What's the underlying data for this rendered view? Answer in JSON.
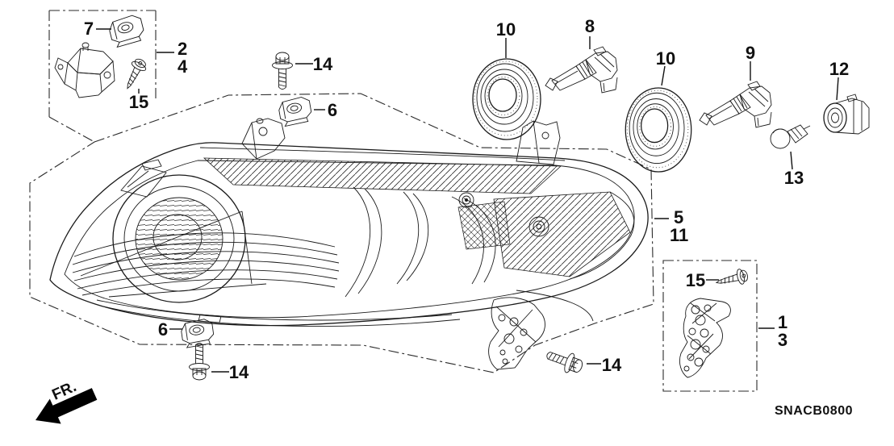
{
  "diagram": {
    "code": "SNACB0800",
    "fr_label": "FR.",
    "callouts": [
      {
        "label": "7"
      },
      {
        "label": "2"
      },
      {
        "label": "4"
      },
      {
        "label": "15"
      },
      {
        "label": "14"
      },
      {
        "label": "6"
      },
      {
        "label": "10"
      },
      {
        "label": "8"
      },
      {
        "label": "10"
      },
      {
        "label": "9"
      },
      {
        "label": "12"
      },
      {
        "label": "13"
      },
      {
        "label": "5"
      },
      {
        "label": "11"
      },
      {
        "label": "15"
      },
      {
        "label": "1"
      },
      {
        "label": "3"
      },
      {
        "label": "6"
      },
      {
        "label": "14"
      },
      {
        "label": "14"
      }
    ]
  }
}
